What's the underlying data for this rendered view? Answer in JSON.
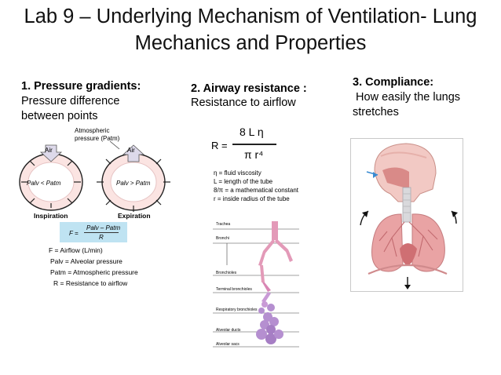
{
  "title_line1": "Lab 9 – Underlying Mechanism of Ventilation- Lung",
  "title_line2": "Mechanics and Properties",
  "section1": {
    "heading": "1. Pressure gradients:",
    "sub1": "Pressure difference",
    "sub2": "between points",
    "atm_label1": "Atmospheric",
    "atm_label2": "pressure (Patm)",
    "air_left": "Air",
    "air_right": "Air",
    "inner_left": "Palv < Patm",
    "inner_right": "Palv > Patm",
    "caption_left": "Inspiration",
    "caption_right": "Expiration",
    "formula_lhs": "F =",
    "formula_num": "Palv – Patm",
    "formula_den": "R",
    "legend": [
      "F = Airflow (L/min)",
      "Palv  = Alveolar pressure",
      "Patm = Atmospheric pressure",
      "R = Resistance to airflow"
    ]
  },
  "section2": {
    "heading": "2. Airway resistance :",
    "sub": "Resistance to airflow",
    "eq_lhs": "R =",
    "eq_num": "8 L η",
    "eq_den": "π r⁴",
    "defs": [
      "η = fluid viscosity",
      "L = length of the tube",
      "8/π = a mathematical constant",
      "r = inside radius of the tube"
    ],
    "airway_labels": [
      "Trachea",
      "Bronchi",
      "Bronchioles",
      "Terminal bronchioles",
      "Respiratory bronchioles",
      "Alveolar ducts",
      "Alveolar sacs"
    ]
  },
  "section3": {
    "heading": "3. Compliance:",
    "sub1": " How easily the lungs",
    "sub2": "stretches"
  },
  "colors": {
    "accent_blue": "#bfe3f2",
    "lung_pink": "#e9a3a4",
    "airway_pink": "#e39ab8",
    "airway_purple": "#b58fd0"
  }
}
